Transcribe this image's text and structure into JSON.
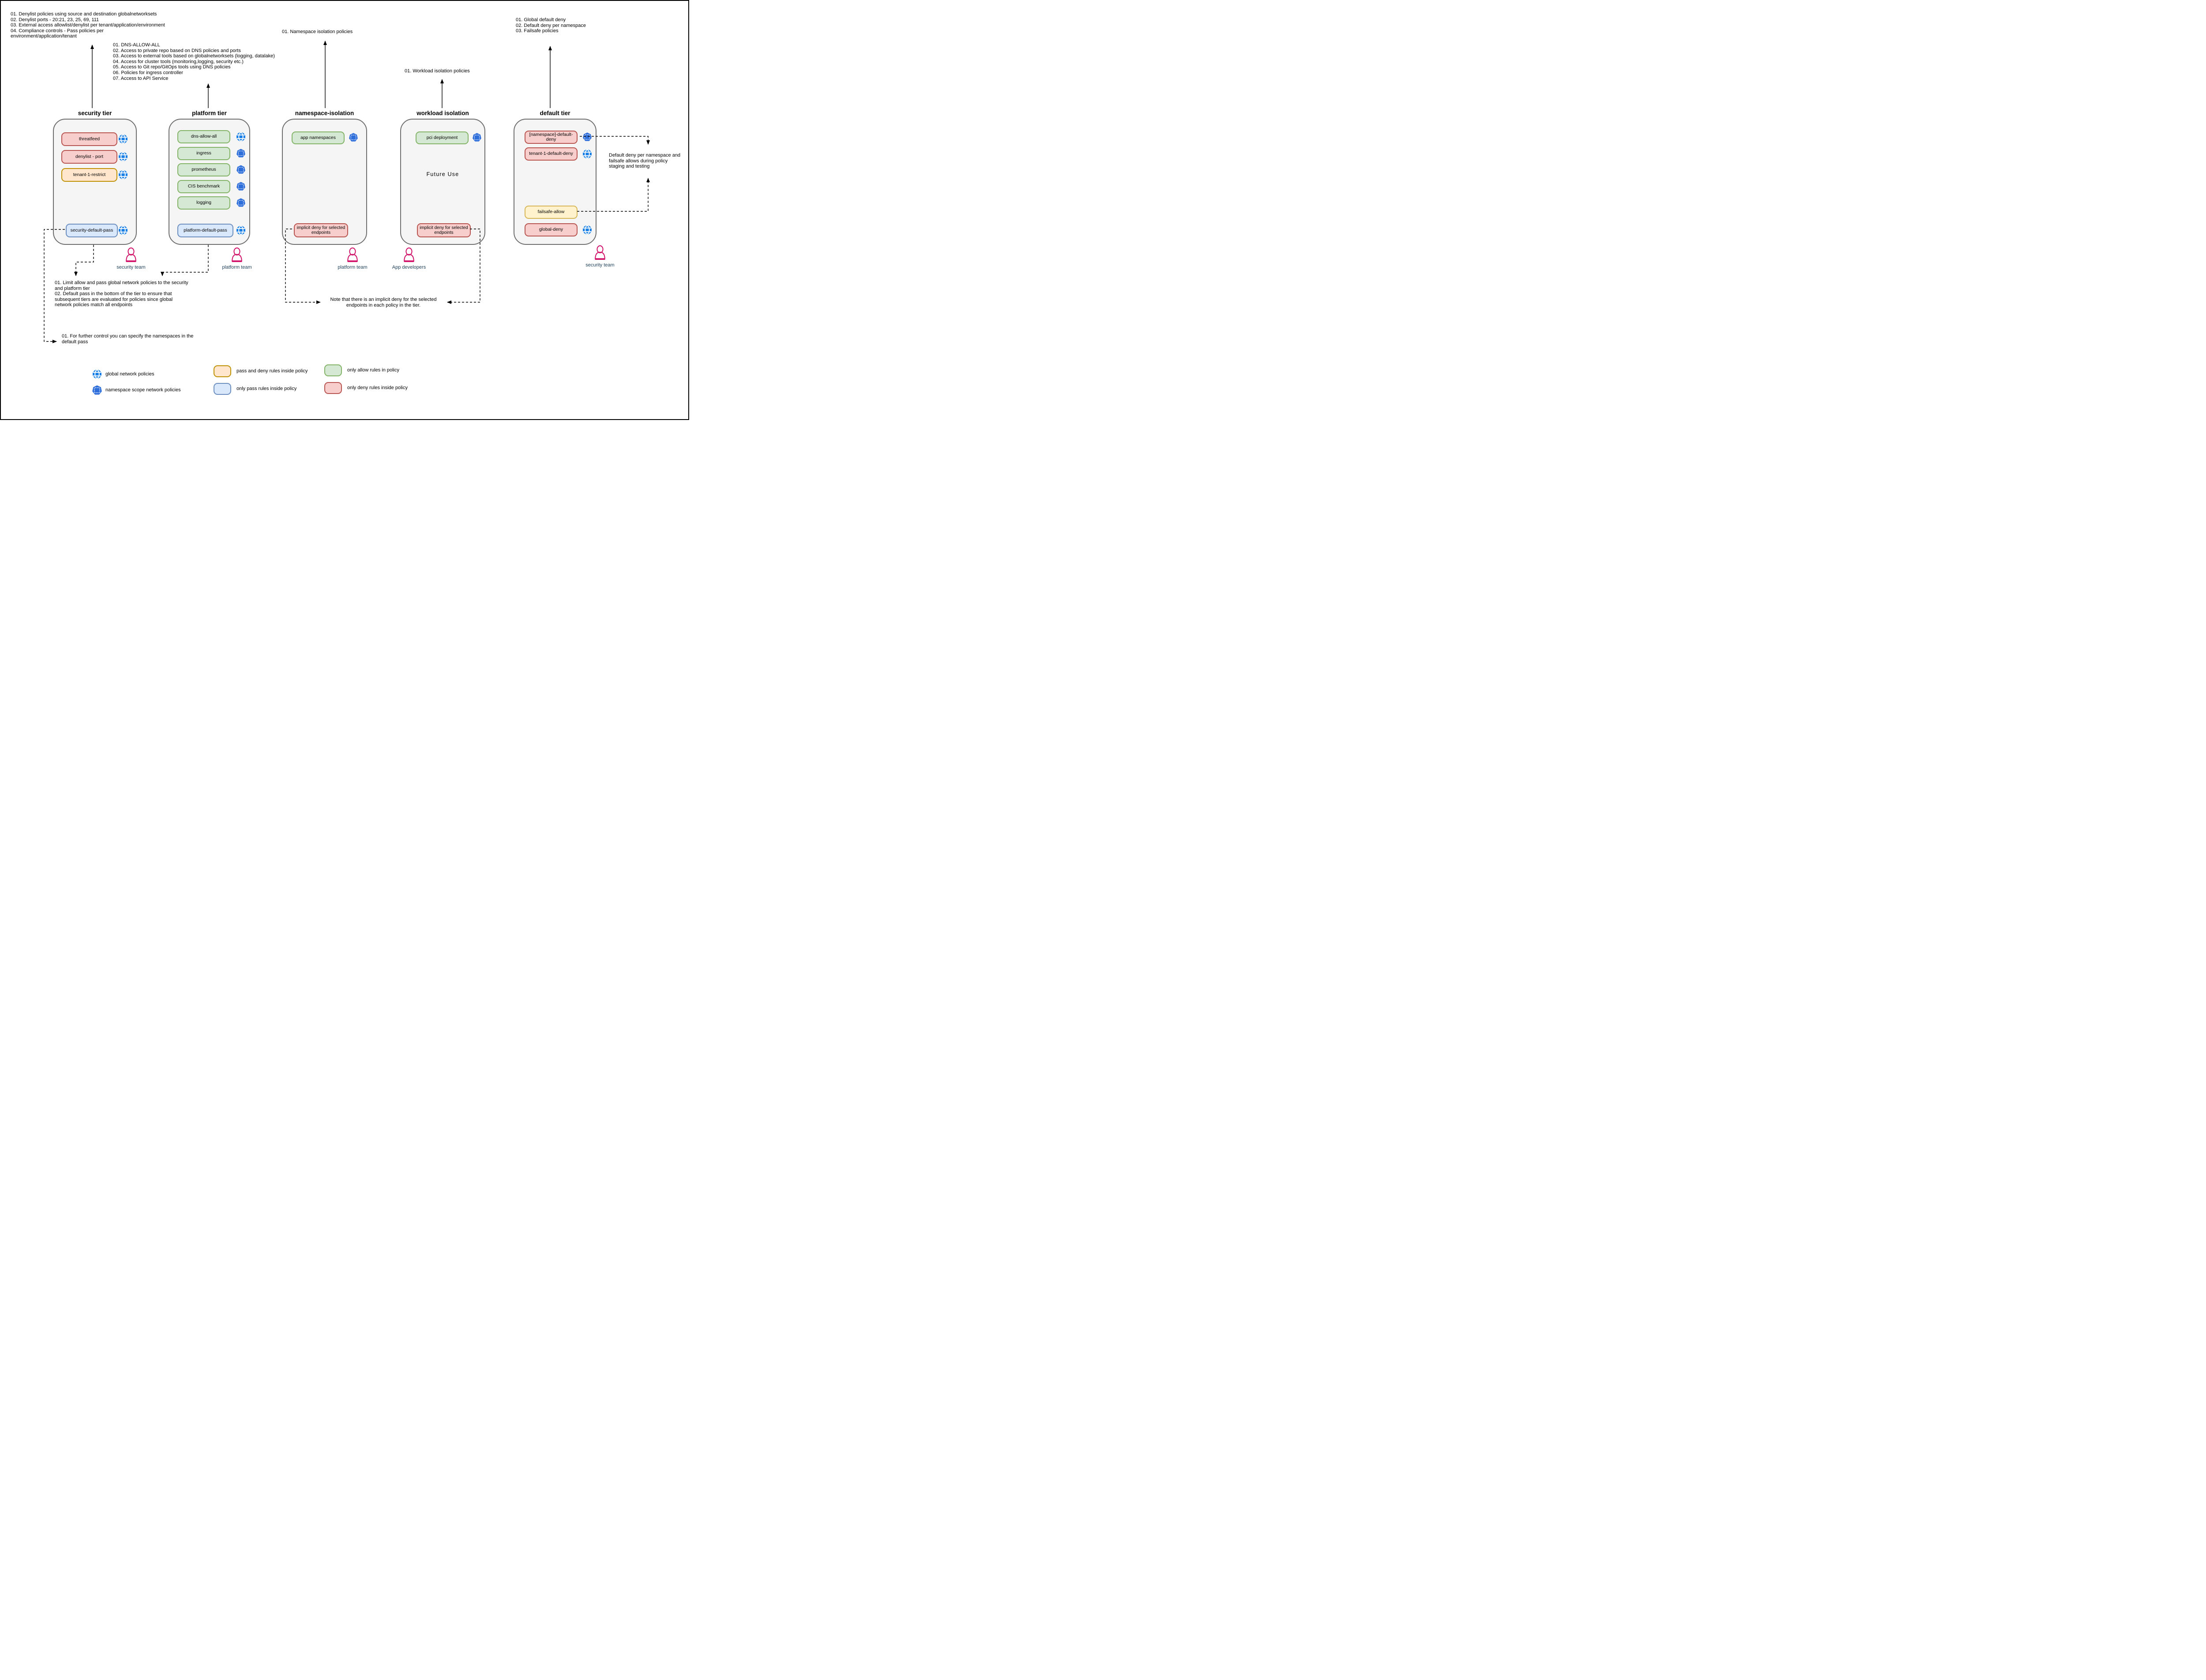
{
  "top_notes": {
    "security_tier_list": {
      "lines": [
        "01. Denylist policies using source and destination globalnetworksets",
        "02. Denylist ports - 20:21, 23, 25, 69, 111",
        "03. External access allowlist/denylist per tenant/application/environment",
        "04. Compliance controls - Pass policies per",
        "environment/application/tenant"
      ]
    },
    "platform_tier_list": {
      "lines": [
        "01. DNS-ALLOW-ALL",
        "02. Access to private repo based on DNS policies and ports",
        "03. Access to external tools based on globalnetworksets (logging, datalake)",
        "04. Access for cluster tools (monitoring,logging, security etc.)",
        "05. Access to Git repo/GitOps tools using DNS policies",
        "06. Policies for ingress controller",
        "07. Access to API Service"
      ]
    },
    "default_tier_list": {
      "lines": [
        "01. Global default deny",
        "02. Default deny per namespace",
        "03. Failsafe policies"
      ]
    },
    "namespace_note": "01. Namespace isolation policies",
    "workload_note": "01. Workload isolation policies"
  },
  "tiers": [
    {
      "title": "security tier",
      "policies": [
        {
          "label": "threatfeed"
        },
        {
          "label": "denylist - port"
        },
        {
          "label": "tenant-1-restrict"
        },
        {
          "label": "security-default-pass"
        }
      ]
    },
    {
      "title": "platform tier",
      "policies": [
        {
          "label": "dns-allow-all"
        },
        {
          "label": "ingress"
        },
        {
          "label": "prometheus"
        },
        {
          "label": "CIS benchmark"
        },
        {
          "label": "logging"
        },
        {
          "label": "platform-default-pass"
        }
      ]
    },
    {
      "title": "namespace-isolation",
      "policies": [
        {
          "label": "app namespaces"
        },
        {
          "label": "implicit deny for selected endpoints"
        }
      ]
    },
    {
      "title": "workload isolation",
      "center_label": "Future Use",
      "policies": [
        {
          "label": "pci deployment"
        },
        {
          "label": "implicit deny for selected endpoints"
        }
      ]
    },
    {
      "title": "default tier",
      "policies": [
        {
          "label": "[namespace]-default-deny"
        },
        {
          "label": "tenant-1-default-deny"
        },
        {
          "label": "failsafe-allow"
        },
        {
          "label": "global-deny"
        }
      ]
    }
  ],
  "teams": [
    {
      "label": "security team"
    },
    {
      "label": "platform team"
    },
    {
      "label": "platform team"
    },
    {
      "label": "App developers"
    },
    {
      "label": "security team"
    }
  ],
  "bottom_notes": {
    "tier_pass_note": {
      "lines": [
        "01. Limit allow and pass global network policies to the security",
        "and platform tier",
        "02. Default pass in the bottom of the tier to ensure that",
        "subsequent tiers are evaluated for policies since global",
        "network policies match all endpoints"
      ]
    },
    "further_control_note": {
      "lines": [
        "01. For further control you can specify the namespaces in the",
        "default pass"
      ]
    },
    "implicit_deny_note": {
      "lines": [
        "Note that there is an implicit deny for the selected",
        "endpoints in each policy in the tier."
      ]
    },
    "staging_note": {
      "lines": [
        "Default deny per namespace and",
        "failsafe allows during policy",
        "staging and testing"
      ]
    }
  },
  "legend": {
    "global_label": "global network policies",
    "namespace_label": "namespace scope network policies",
    "pass_deny_label": "pass and deny rules inside policy",
    "only_pass_label": "only pass rules inside policy",
    "only_allow_label": "only allow rules in policy",
    "only_deny_label": "only deny rules inside policy"
  },
  "colors": {
    "deny_fill": "#f8cecc",
    "deny_border": "#b85450",
    "allow_fill": "#d5e8d4",
    "allow_border": "#82b366",
    "pass_fill": "#dae8fc",
    "pass_border": "#6c8ebf",
    "pass_deny_fill": "#ffe6cc",
    "pass_deny_border": "#bf9100",
    "failsafe_fill": "#fff2cc",
    "failsafe_border": "#d6b656",
    "tier_fill": "#f5f5f5",
    "tier_border": "#6e6e6e",
    "global_icon_blue": "#1a80e5",
    "namespace_icon_blue": "#2e6edb",
    "team_icon_pink": "#d2146b",
    "team_text": "#23445d"
  }
}
